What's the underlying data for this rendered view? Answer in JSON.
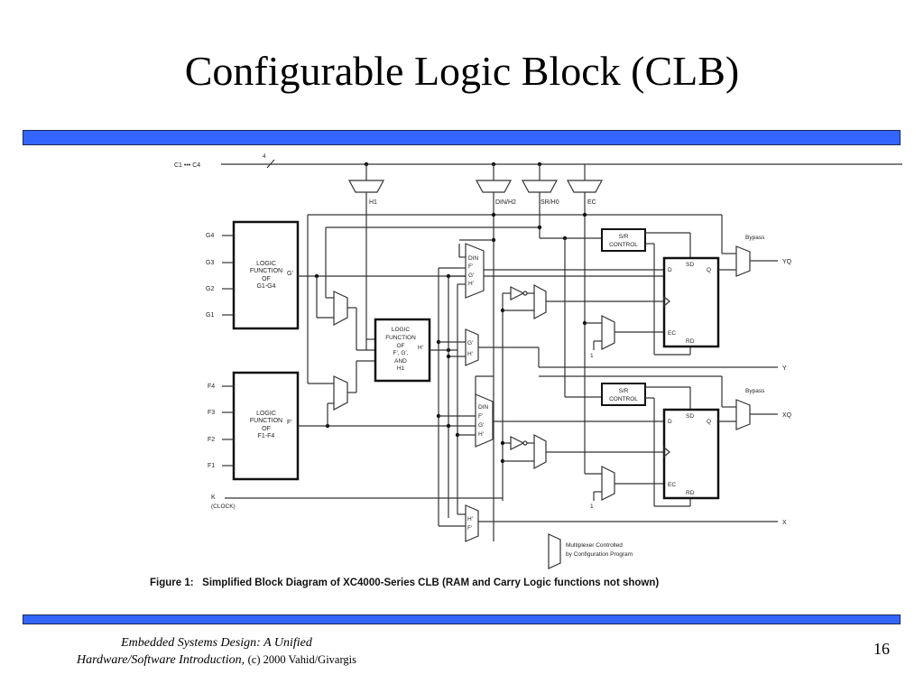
{
  "slide": {
    "title": "Configurable Logic Block (CLB)",
    "page_number": "16",
    "accent_color": "#3366ff",
    "footer": {
      "line1": "Embedded Systems Design: A Unified",
      "line2_italic": "Hardware/Software Introduction,",
      "line2_plain": "(c) 2000 Vahid/Givargis"
    }
  },
  "diagram": {
    "caption": "Figure 1:   Simplified Block Diagram of XC4000-Series CLB (RAM and Carry Logic functions not shown)",
    "bus": {
      "label": "C1 ••• C4",
      "width": "4"
    },
    "control_muxes": [
      "H1",
      "DIN/H2",
      "SR/H0",
      "EC"
    ],
    "g_inputs": [
      "G4",
      "G3",
      "G2",
      "G1"
    ],
    "f_inputs": [
      "F4",
      "F3",
      "F2",
      "F1"
    ],
    "g_function": {
      "lines": [
        "LOGIC",
        "FUNCTION",
        "OF",
        "G1-G4"
      ],
      "output": "G'"
    },
    "f_function": {
      "lines": [
        "LOGIC",
        "FUNCTION",
        "OF",
        "F1-F4"
      ],
      "output": "F'"
    },
    "h_function": {
      "lines": [
        "LOGIC",
        "FUNCTION",
        "OF",
        "F', G',",
        "AND",
        "H1"
      ],
      "output": "H'"
    },
    "clock": {
      "label": "K",
      "sublabel": "(CLOCK)"
    },
    "data_mux_inputs": [
      "DIN",
      "F'",
      "G'",
      "H'"
    ],
    "y_mux_inputs": [
      "G'",
      "H'"
    ],
    "x_mux_inputs": [
      "H'",
      "F'"
    ],
    "sr_control": [
      "S/R",
      "CONTROL"
    ],
    "flipflop_pins": {
      "d": "D",
      "q": "Q",
      "sd": "SD",
      "rd": "RD",
      "ec": "EC"
    },
    "ec_const": "1",
    "bypass_label": "Bypass",
    "outputs": [
      "YQ",
      "Y",
      "XQ",
      "X"
    ],
    "legend": [
      "Multiplexer Controlled",
      "by Configuration Program"
    ]
  }
}
